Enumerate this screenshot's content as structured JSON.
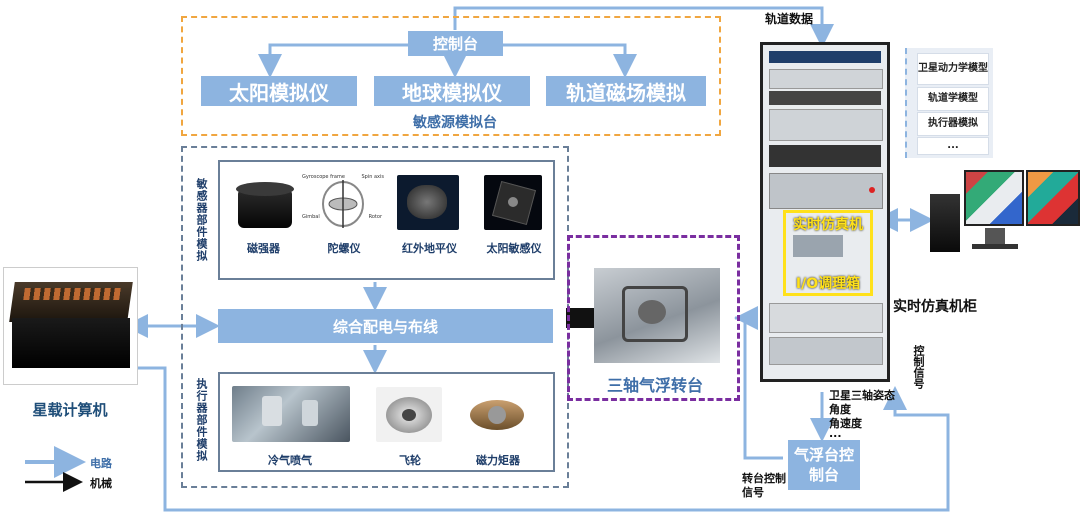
{
  "sensor_source": {
    "control": "控制台",
    "sun": "太阳模拟仪",
    "earth": "地球模拟仪",
    "orbit_mag": "轨道磁场模拟",
    "title": "敏感源模拟台"
  },
  "sensors_section": {
    "vertical_label": "敏感器部件模拟",
    "items": [
      "磁强器",
      "陀螺仪",
      "红外地平仪",
      "太阳敏感仪"
    ],
    "gyro_labels": [
      "Gyroscope frame",
      "Spin axis",
      "Gimbal",
      "Rotor"
    ]
  },
  "wiring": "综合配电与布线",
  "actuators_section": {
    "vertical_label": "执行器部件模拟",
    "items": [
      "冷气喷气",
      "飞轮",
      "磁力矩器"
    ]
  },
  "onboard_computer": "星载计算机",
  "turntable": "三轴气浮转台",
  "orbit_data": "轨道数据",
  "cabinet": {
    "realtime_sim": "实时仿真机",
    "io_box": "I/O调理箱",
    "label": "实时仿真机柜"
  },
  "models": [
    "卫星动力学模型",
    "轨道学模型",
    "执行器模拟",
    "..."
  ],
  "attitude_info": [
    "卫星三轴姿态",
    "角度",
    "角速度",
    "..."
  ],
  "airbed_controller": "气浮台控制台",
  "control_signal": "控制信号",
  "turntable_signal": "转台控制信号",
  "legend": {
    "electric": "电路",
    "mechanical": "机械"
  },
  "colors": {
    "accent_blue": "#8db4e0",
    "orange_dash": "#f0a640",
    "purple_dash": "#7a2ea0",
    "highlight_yellow": "#ffe11a"
  }
}
